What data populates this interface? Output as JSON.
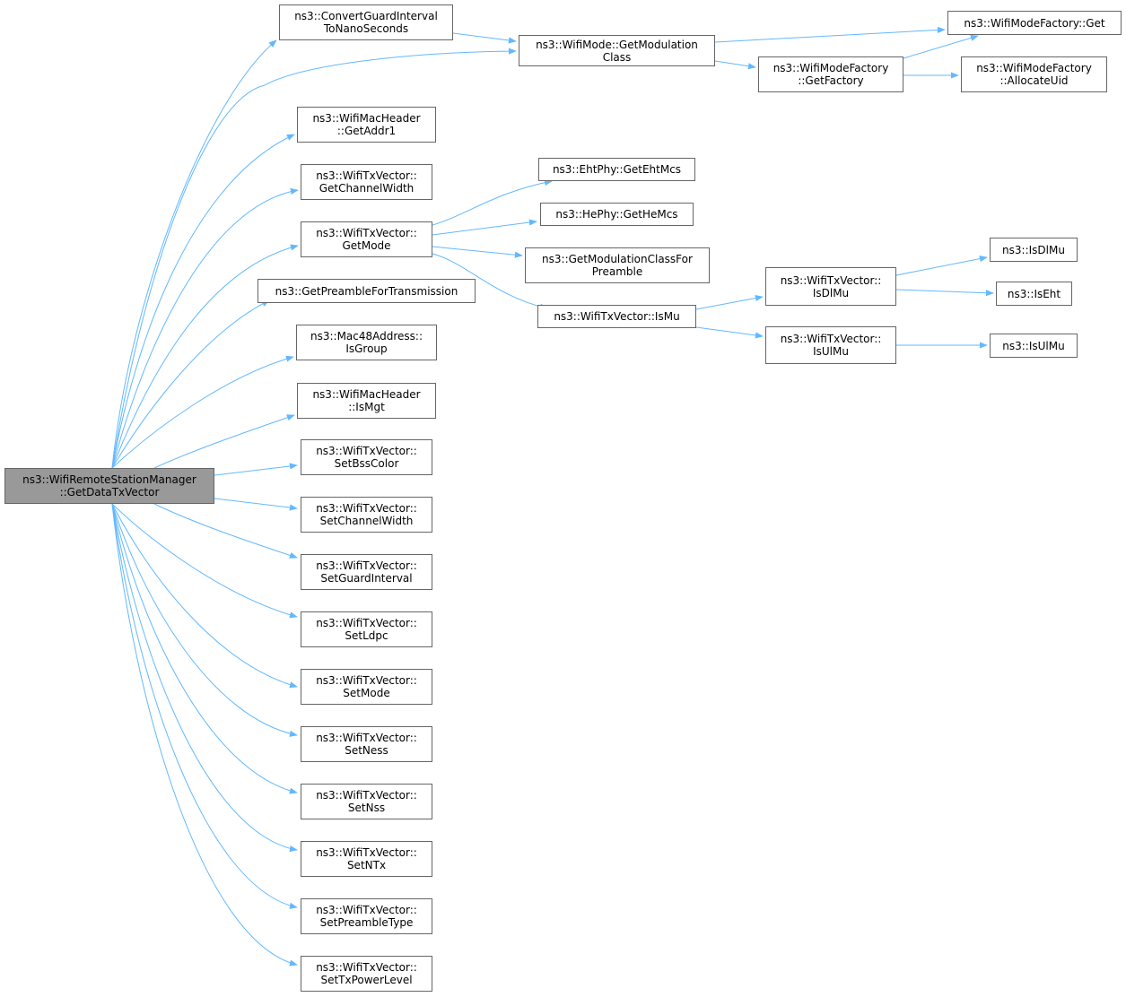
{
  "graph": {
    "root": {
      "line1": "ns3::WifiRemoteStationManager",
      "line2": "::GetDataTxVector"
    },
    "nodes": {
      "convert_gi": {
        "line1": "ns3::ConvertGuardInterval",
        "line2": "ToNanoSeconds"
      },
      "get_mod_class": {
        "line1": "ns3::WifiMode::GetModulation",
        "line2": "Class"
      },
      "factory_get": {
        "line1": "ns3::WifiModeFactory::Get"
      },
      "get_factory": {
        "line1": "ns3::WifiModeFactory",
        "line2": "::GetFactory"
      },
      "allocate_uid": {
        "line1": "ns3::WifiModeFactory",
        "line2": "::AllocateUid"
      },
      "get_addr1": {
        "line1": "ns3::WifiMacHeader",
        "line2": "::GetAddr1"
      },
      "get_channel_width": {
        "line1": "ns3::WifiTxVector::",
        "line2": "GetChannelWidth"
      },
      "get_mode": {
        "line1": "ns3::WifiTxVector::",
        "line2": "GetMode"
      },
      "get_eht_mcs": {
        "line1": "ns3::EhtPhy::GetEhtMcs"
      },
      "get_he_mcs": {
        "line1": "ns3::HePhy::GetHeMcs"
      },
      "get_mod_class_preamble": {
        "line1": "ns3::GetModulationClassFor",
        "line2": "Preamble"
      },
      "is_mu": {
        "line1": "ns3::WifiTxVector::IsMu"
      },
      "is_dl_mu_vec": {
        "line1": "ns3::WifiTxVector::",
        "line2": "IsDlMu"
      },
      "is_ul_mu_vec": {
        "line1": "ns3::WifiTxVector::",
        "line2": "IsUlMu"
      },
      "is_dl_mu": {
        "line1": "ns3::IsDlMu"
      },
      "is_eht": {
        "line1": "ns3::IsEht"
      },
      "is_ul_mu": {
        "line1": "ns3::IsUlMu"
      },
      "get_preamble_tx": {
        "line1": "ns3::GetPreambleForTransmission"
      },
      "is_group": {
        "line1": "ns3::Mac48Address::",
        "line2": "IsGroup"
      },
      "is_mgt": {
        "line1": "ns3::WifiMacHeader",
        "line2": "::IsMgt"
      },
      "set_bss_color": {
        "line1": "ns3::WifiTxVector::",
        "line2": "SetBssColor"
      },
      "set_channel_width": {
        "line1": "ns3::WifiTxVector::",
        "line2": "SetChannelWidth"
      },
      "set_guard_interval": {
        "line1": "ns3::WifiTxVector::",
        "line2": "SetGuardInterval"
      },
      "set_ldpc": {
        "line1": "ns3::WifiTxVector::",
        "line2": "SetLdpc"
      },
      "set_mode": {
        "line1": "ns3::WifiTxVector::",
        "line2": "SetMode"
      },
      "set_ness": {
        "line1": "ns3::WifiTxVector::",
        "line2": "SetNess"
      },
      "set_nss": {
        "line1": "ns3::WifiTxVector::",
        "line2": "SetNss"
      },
      "set_ntx": {
        "line1": "ns3::WifiTxVector::",
        "line2": "SetNTx"
      },
      "set_preamble_type": {
        "line1": "ns3::WifiTxVector::",
        "line2": "SetPreambleType"
      },
      "set_tx_power_level": {
        "line1": "ns3::WifiTxVector::",
        "line2": "SetTxPowerLevel"
      }
    },
    "edges": [
      [
        "root",
        "convert_gi"
      ],
      [
        "root",
        "get_mod_class"
      ],
      [
        "root",
        "get_addr1"
      ],
      [
        "root",
        "get_channel_width"
      ],
      [
        "root",
        "get_mode"
      ],
      [
        "root",
        "get_preamble_tx"
      ],
      [
        "root",
        "is_group"
      ],
      [
        "root",
        "is_mgt"
      ],
      [
        "root",
        "set_bss_color"
      ],
      [
        "root",
        "set_channel_width"
      ],
      [
        "root",
        "set_guard_interval"
      ],
      [
        "root",
        "set_ldpc"
      ],
      [
        "root",
        "set_mode"
      ],
      [
        "root",
        "set_ness"
      ],
      [
        "root",
        "set_nss"
      ],
      [
        "root",
        "set_ntx"
      ],
      [
        "root",
        "set_preamble_type"
      ],
      [
        "root",
        "set_tx_power_level"
      ],
      [
        "convert_gi",
        "get_mod_class"
      ],
      [
        "get_mod_class",
        "factory_get"
      ],
      [
        "get_mod_class",
        "get_factory"
      ],
      [
        "get_factory",
        "factory_get"
      ],
      [
        "get_factory",
        "allocate_uid"
      ],
      [
        "get_mode",
        "get_eht_mcs"
      ],
      [
        "get_mode",
        "get_he_mcs"
      ],
      [
        "get_mode",
        "get_mod_class_preamble"
      ],
      [
        "get_mode",
        "is_mu"
      ],
      [
        "is_mu",
        "is_dl_mu_vec"
      ],
      [
        "is_mu",
        "is_ul_mu_vec"
      ],
      [
        "is_dl_mu_vec",
        "is_dl_mu"
      ],
      [
        "is_dl_mu_vec",
        "is_eht"
      ],
      [
        "is_ul_mu_vec",
        "is_ul_mu"
      ]
    ],
    "colors": {
      "edge": "#63b8ff",
      "node_border": "#666666",
      "root_fill": "#999999"
    }
  }
}
